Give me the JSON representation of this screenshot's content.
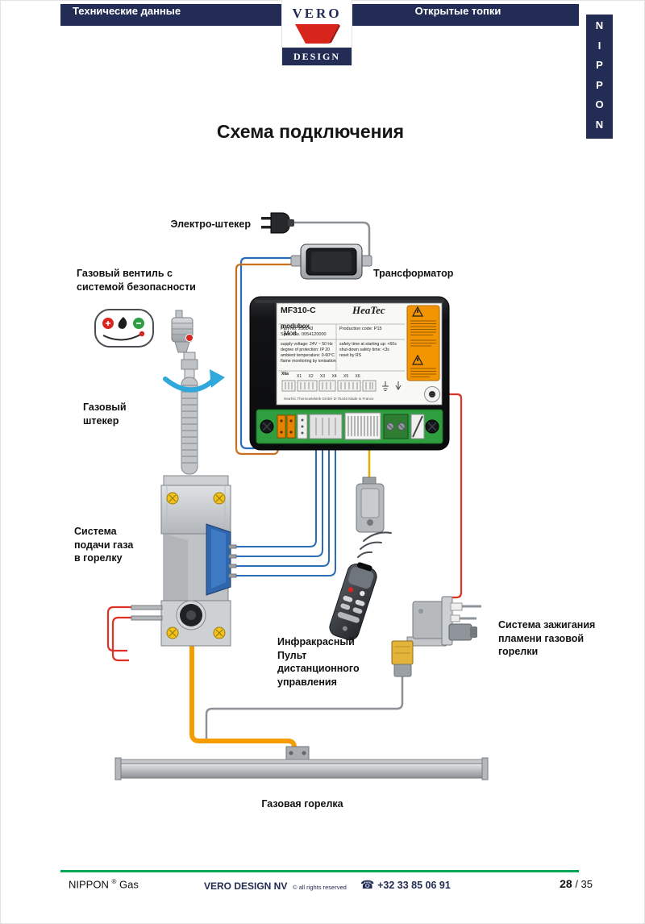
{
  "header": {
    "left_tab": "Технические данные",
    "right_tab": "Открытые топки",
    "logo": {
      "top": "VERO",
      "bottom": "DESIGN"
    },
    "vertical_brand": "N\nI\nP\nP\nO\nN"
  },
  "page_title": "Схема подключения",
  "diagram": {
    "labels": {
      "electro_plug": "Электро-штекер",
      "transformer": "Трансформатор",
      "gas_valve_safety": "Газовый вентиль с\nсистемой безопасности",
      "gas_plug": "Газовый\nштекер",
      "gas_supply": "Система\nподачи газа\nв горелку",
      "remote": "Инфракрасный\nПульт\nдистанционного\nуправления",
      "ignition": "Система зажигания\nпламени газовой\nгорелки",
      "burner": "Газовая горелка"
    },
    "control_box": {
      "model": "MF310-C",
      "modubox": "modubox",
      "mod": "Mod.",
      "brand": "HeaTec",
      "part_no": "Part-No. 250143",
      "spec_no": "Spec.-No. 0054120000",
      "production_code": "Production code: P15",
      "specs_left": "supply voltage: 24V ~ 50 Hz\ndegree of protection: IP 20\nambient temperature: 0-60°C\nflame monitoring by ionisation",
      "specs_right": "safety time at starting up: <60s\nshut-down safety time: <3s\nreset by RS",
      "terminal_left": "X6a",
      "terminal_row": "X1 X2  X3  X4  X5  X6",
      "footer_line": "HeaTec Thermoelektrik GmbH    D-75446    Made in France"
    },
    "colors": {
      "navy": "#232C55",
      "logo_red": "#D8251C",
      "footer_green": "#00A651",
      "pcb_green": "#2F9E3E",
      "wire_orange": "#F59C00",
      "wire_blue": "#2B6CB8",
      "wire_red": "#E03127",
      "wire_gray": "#8D9196",
      "wire_yellow": "#E3AE00",
      "sticker_orange": "#F29400"
    }
  },
  "footer": {
    "brand": "NIPPON",
    "reg": "®",
    "brand_suffix": "Gas",
    "company": "VERO DESIGN NV",
    "rights": "© all rights reserved",
    "phone_icon": "☎",
    "phone": "+32 33 85 06 91",
    "page_current": "28",
    "page_total": "/ 35"
  }
}
